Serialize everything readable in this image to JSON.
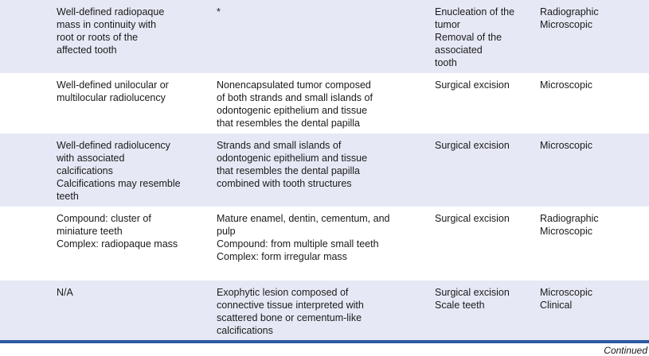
{
  "table": {
    "rows": [
      {
        "shaded": true,
        "cells": [
          [
            "Well-defined radiopaque",
            "mass in continuity with",
            "root or roots of the",
            "affected tooth"
          ],
          [
            "*"
          ],
          [
            "Enucleation of the",
            "tumor",
            "Removal of the",
            "associated",
            "tooth"
          ],
          [
            "Radiographic",
            "Microscopic"
          ]
        ]
      },
      {
        "shaded": false,
        "cells": [
          [
            "Well-defined unilocular or",
            "multilocular radiolucency"
          ],
          [
            "Nonencapsulated tumor composed",
            "of both strands and small islands of",
            "odontogenic epithelium and tissue",
            "that resembles the dental papilla"
          ],
          [
            "Surgical excision"
          ],
          [
            "Microscopic"
          ]
        ]
      },
      {
        "shaded": true,
        "cells": [
          [
            "Well-defined radiolucency",
            "with associated",
            "calcifications",
            "Calcifications may resemble",
            "teeth"
          ],
          [
            "Strands and small islands of",
            "odontogenic epithelium and tissue",
            "that resembles the dental papilla",
            "combined with tooth structures"
          ],
          [
            "Surgical excision"
          ],
          [
            "Microscopic"
          ]
        ]
      },
      {
        "shaded": false,
        "cells": [
          [
            "Compound: cluster of",
            "miniature teeth",
            "Complex: radiopaque mass"
          ],
          [
            "Mature enamel, dentin, cementum, and",
            "pulp",
            "Compound: from multiple small teeth",
            "Complex: form irregular mass"
          ],
          [
            "Surgical excision"
          ],
          [
            "Radiographic",
            "Microscopic"
          ]
        ]
      },
      {
        "shaded": true,
        "cells": [
          [
            "N/A"
          ],
          [
            "Exophytic lesion composed of",
            "connective tissue interpreted with",
            "scattered bone or cementum-like",
            "calcifications"
          ],
          [
            "Surgical excision",
            "Scale teeth"
          ],
          [
            "Microscopic",
            "Clinical"
          ]
        ]
      }
    ]
  },
  "footer": {
    "continued": "Continued"
  }
}
